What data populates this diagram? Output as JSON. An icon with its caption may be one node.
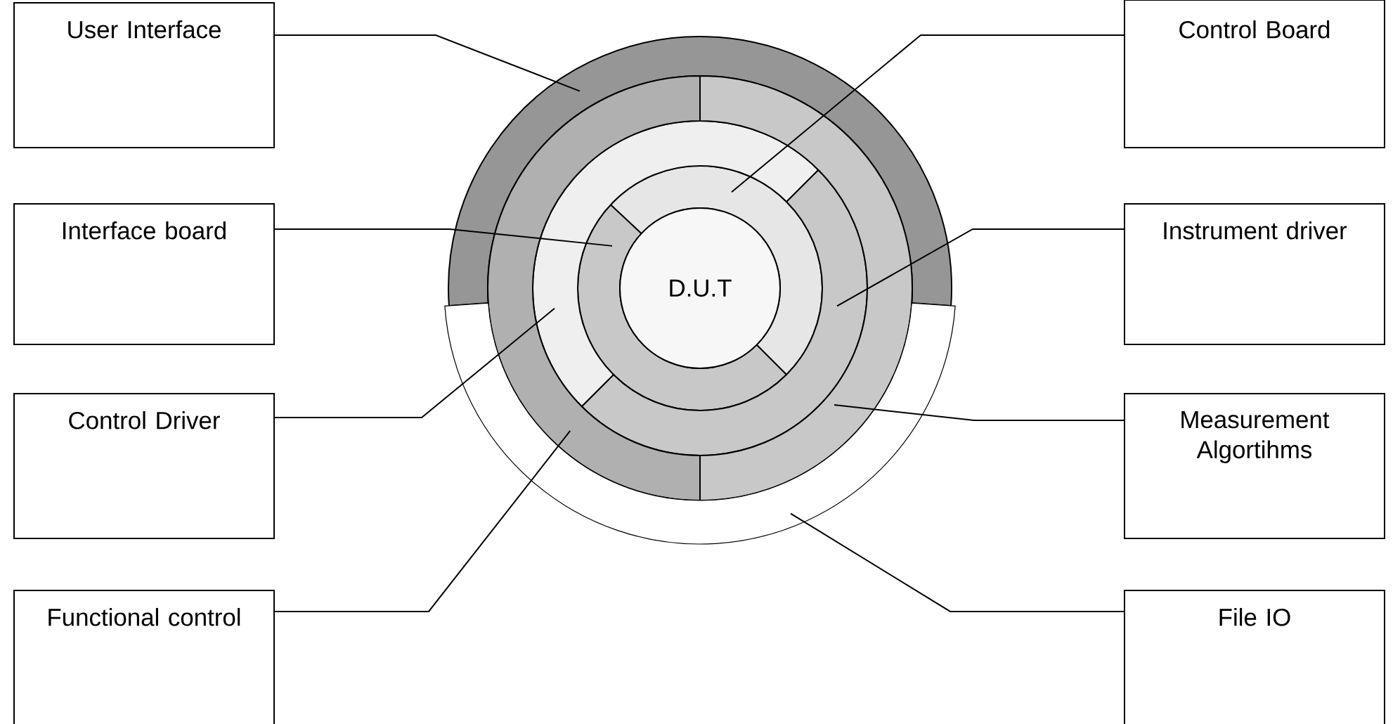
{
  "diagram": {
    "nodes": [
      {
        "text": [
          "User Interface"
        ]
      },
      {
        "text": [
          "Control Board"
        ]
      },
      {
        "text": [
          "Interface board"
        ]
      },
      {
        "text": [
          "Instrument driver"
        ]
      },
      {
        "text": [
          "Control Driver"
        ]
      },
      {
        "text": [
          "Measurement Algortihms"
        ]
      },
      {
        "text": [
          "Functional control"
        ]
      },
      {
        "text": [
          "File IO"
        ]
      },
      {
        "text": [
          "D.U.T"
        ]
      },
      {
        "text": [],
        "shape": "ring"
      },
      {
        "text": [],
        "shape": "ring"
      },
      {
        "text": [],
        "shape": "ring"
      },
      {
        "text": [],
        "shape": "ring"
      },
      {
        "text": [],
        "shape": "ring"
      },
      {
        "text": [],
        "shape": "ring"
      },
      {
        "text": [],
        "shape": "ring"
      },
      {
        "text": [],
        "shape": "ring"
      }
    ],
    "edges": [
      {
        "from": 0,
        "to": 9,
        "arrow": "none"
      },
      {
        "from": 1,
        "to": 10,
        "arrow": "none"
      },
      {
        "from": 2,
        "to": 11,
        "arrow": "none"
      },
      {
        "from": 3,
        "to": 12,
        "arrow": "none"
      },
      {
        "from": 4,
        "to": 13,
        "arrow": "none"
      },
      {
        "from": 5,
        "to": 14,
        "arrow": "none"
      },
      {
        "from": 6,
        "to": 15,
        "arrow": "none"
      },
      {
        "from": 7,
        "to": 16,
        "arrow": "none"
      }
    ]
  }
}
